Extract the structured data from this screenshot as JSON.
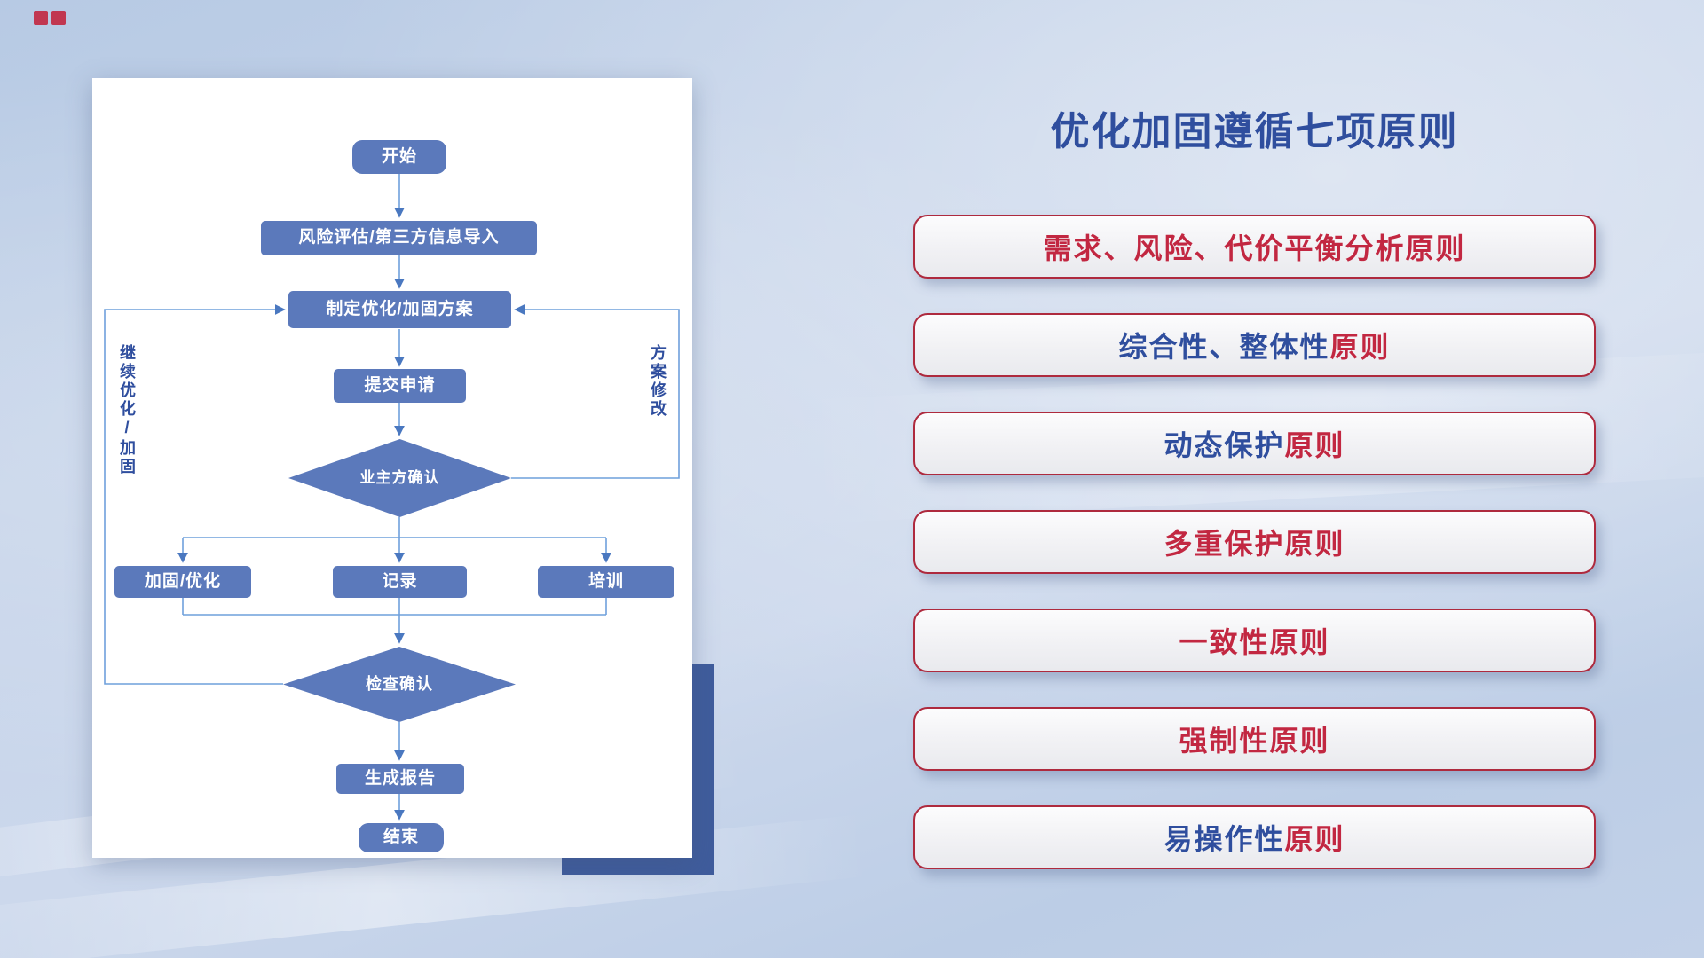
{
  "title": "优化加固遵循七项原则",
  "colors": {
    "accent_blue": "#2f4e9e",
    "accent_red": "#c22741",
    "node_fill": "#5b79bb",
    "connector_line": "#6fa0dc",
    "principle_border": "#ae2a3e",
    "card_shadow_block": "#3f5c9c"
  },
  "logo": {
    "icon": "brand-logo-mark"
  },
  "flowchart": {
    "nodes": {
      "start": "开始",
      "risk_import": "风险评估/第三方信息导入",
      "plan": "制定优化/加固方案",
      "submit": "提交申请",
      "owner_confirm": "业主方确认",
      "reinforce": "加固/优化",
      "record": "记录",
      "training": "培训",
      "check_confirm": "检查确认",
      "report": "生成报告",
      "end": "结束"
    },
    "loop_labels": {
      "left": "继续优化/加固",
      "right": "方案修改"
    }
  },
  "principles": {
    "items": [
      {
        "parts": [
          {
            "text": "需求、风险、代价平衡分析原则",
            "color": "#c22741"
          }
        ]
      },
      {
        "parts": [
          {
            "text": "综合性、整体性",
            "color": "#2f4e9e"
          },
          {
            "text": "原则",
            "color": "#c22741"
          }
        ]
      },
      {
        "parts": [
          {
            "text": "动态保护",
            "color": "#2f4e9e"
          },
          {
            "text": "原则",
            "color": "#c22741"
          }
        ]
      },
      {
        "parts": [
          {
            "text": "多重保护原则",
            "color": "#c22741"
          }
        ]
      },
      {
        "parts": [
          {
            "text": "一致性原则",
            "color": "#c22741"
          }
        ]
      },
      {
        "parts": [
          {
            "text": "强制性原则",
            "color": "#c22741"
          }
        ]
      },
      {
        "parts": [
          {
            "text": "易操作性",
            "color": "#2f4e9e"
          },
          {
            "text": "原则",
            "color": "#c22741"
          }
        ]
      }
    ]
  }
}
